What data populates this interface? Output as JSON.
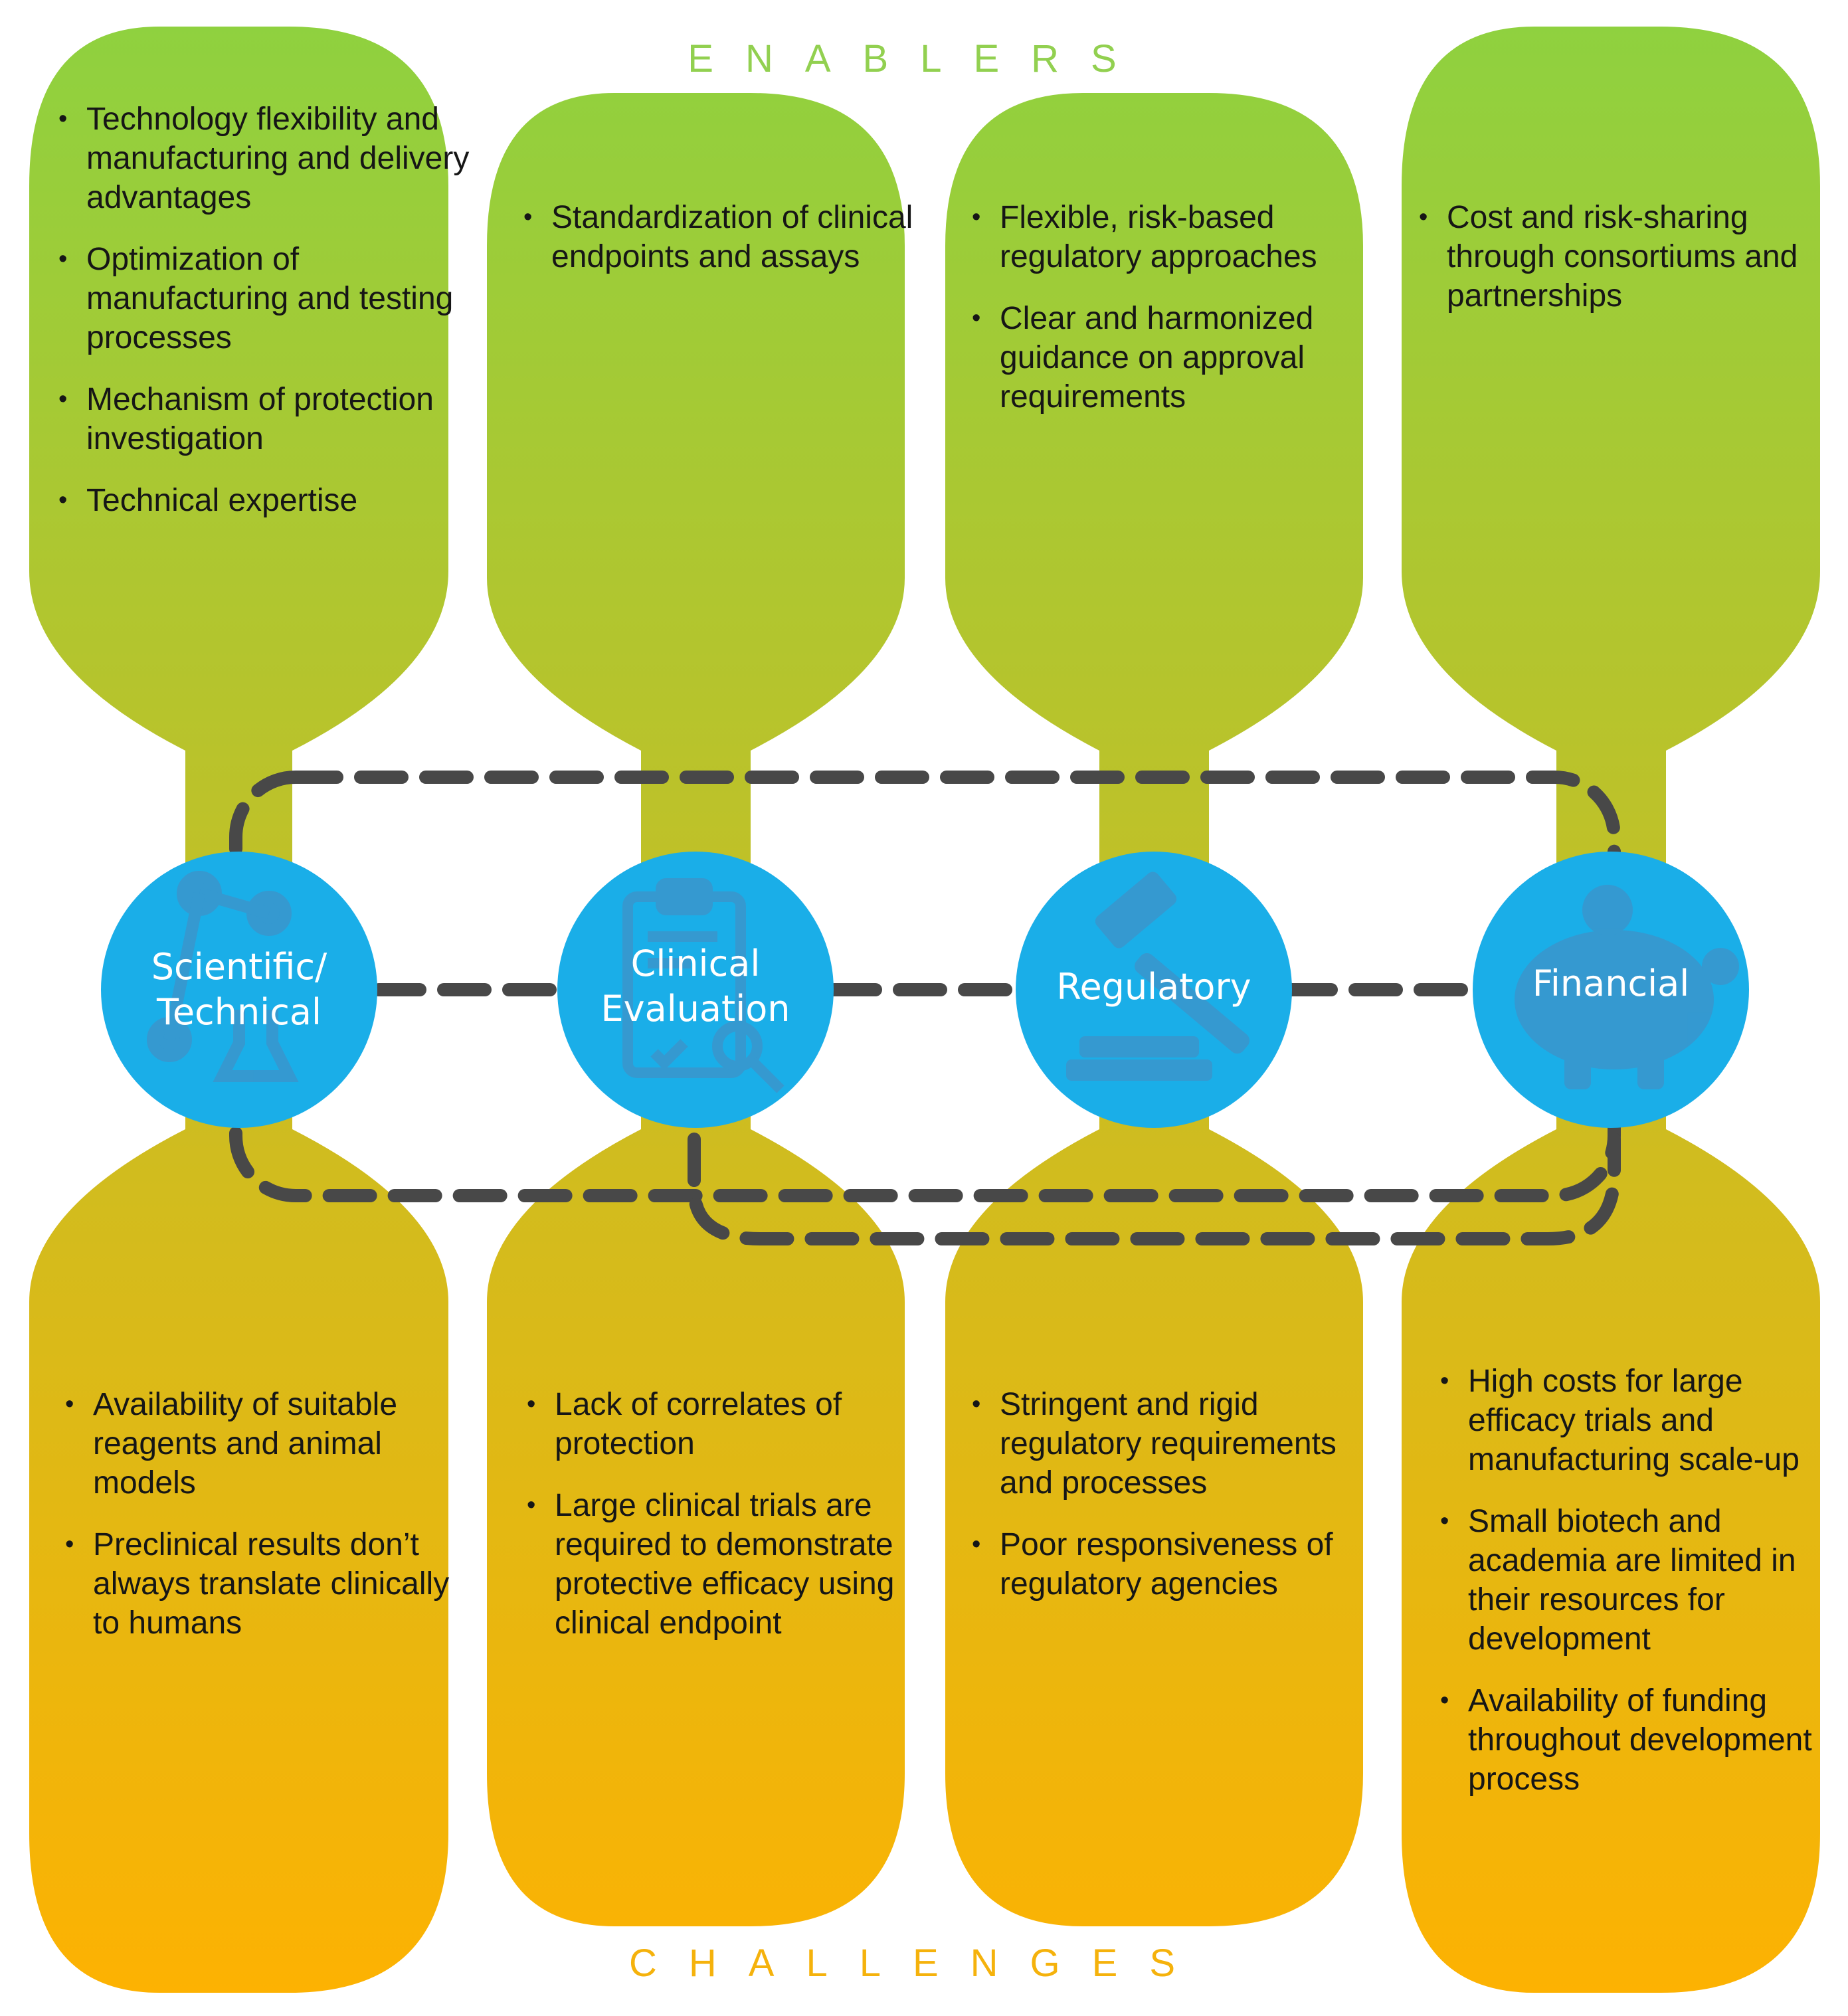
{
  "headings": {
    "enablers": "ENABLERS",
    "challenges": "CHALLENGES"
  },
  "colors": {
    "enabler_green": "#8fd13f",
    "mid_olive": "#c8be24",
    "challenge_orange": "#fdb202",
    "circle_blue": "#1aaee8",
    "dash_gray": "#484848",
    "enablers_heading": "#92d050",
    "challenges_heading": "#f5b20c"
  },
  "columns": [
    {
      "category": "Scientific/ Technical",
      "category_lines": [
        "Scientific/",
        "Technical"
      ],
      "icon": "molecule-flask-icon",
      "enablers": [
        "Technology flexibility and manufacturing and delivery advantages",
        "Optimization of manufacturing and testing processes",
        "Mechanism of protection investigation",
        "Technical expertise"
      ],
      "challenges": [
        "Availability of suitable reagents and animal models",
        "Preclinical results don’t always translate clinically to humans"
      ]
    },
    {
      "category": "Clinical Evaluation",
      "category_lines": [
        "Clinical",
        "Evaluation"
      ],
      "icon": "clipboard-magnifier-icon",
      "enablers": [
        "Standardization of clinical endpoints and assays"
      ],
      "challenges": [
        "Lack of correlates of protection",
        "Large clinical trials are required to demonstrate protective efficacy using clinical endpoint"
      ]
    },
    {
      "category": "Regulatory",
      "category_lines": [
        "Regulatory"
      ],
      "icon": "gavel-icon",
      "enablers": [
        "Flexible, risk-based regulatory approaches",
        "Clear and harmonized guidance on approval requirements"
      ],
      "challenges": [
        "Stringent and rigid regulatory requirements and processes",
        "Poor responsiveness of regulatory agencies"
      ]
    },
    {
      "category": "Financial",
      "category_lines": [
        "Financial"
      ],
      "icon": "piggy-bank-icon",
      "enablers": [
        "Cost and risk-sharing through consortiums and partnerships"
      ],
      "challenges": [
        "High costs for large efficacy trials and manufacturing scale-up",
        "Small biotech and academia are limited in their resources for development",
        "Availability of funding throughout development process"
      ]
    }
  ]
}
